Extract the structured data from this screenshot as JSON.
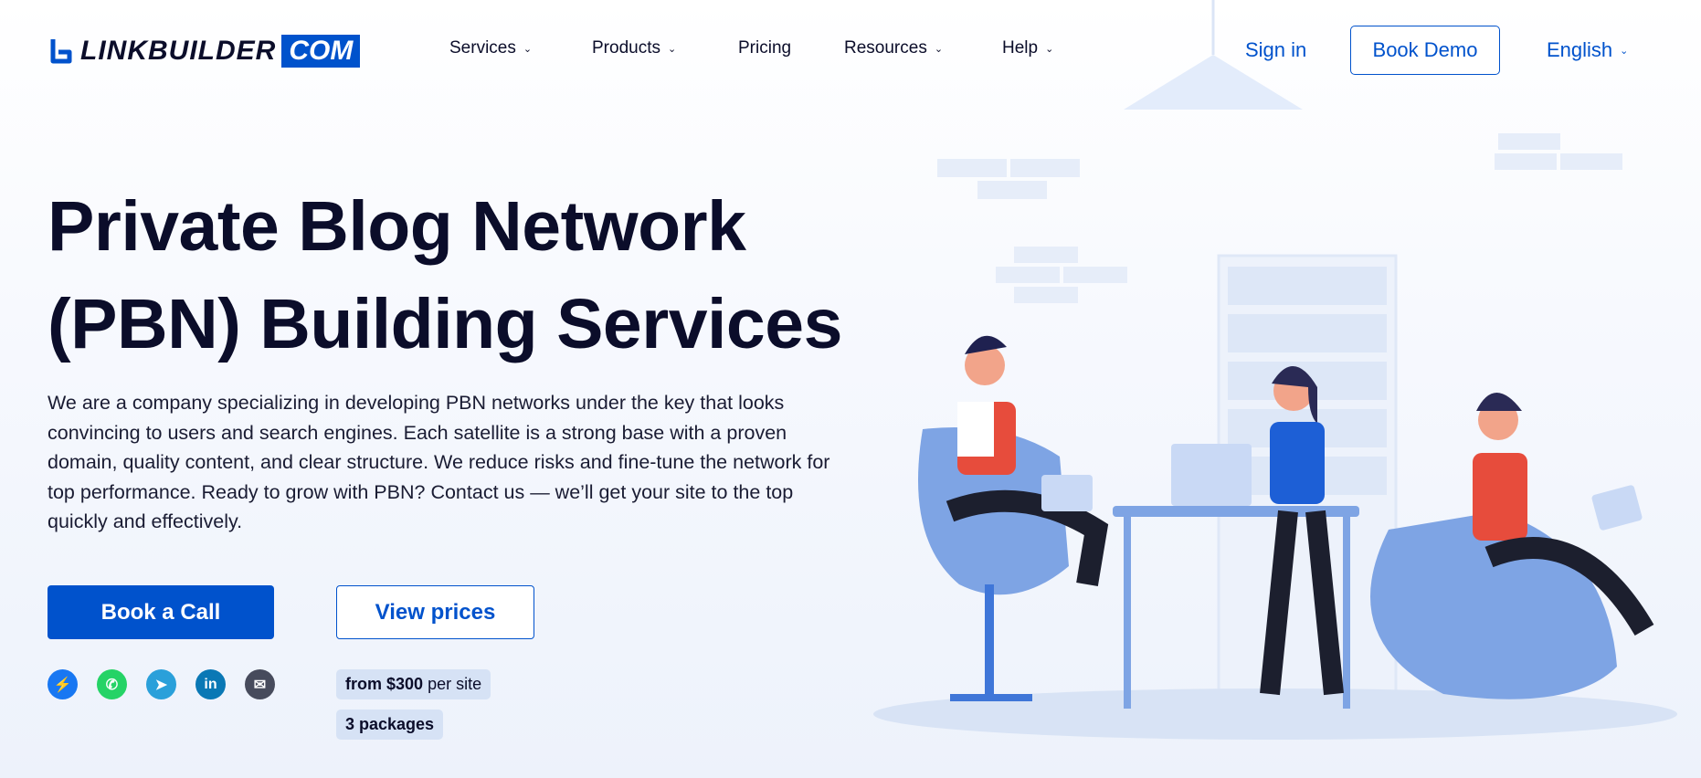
{
  "brand": {
    "name": "LINKBUILDER",
    "tld": "COM"
  },
  "nav": {
    "items": [
      {
        "label": "Services",
        "dropdown": true
      },
      {
        "label": "Products",
        "dropdown": true
      },
      {
        "label": "Pricing",
        "dropdown": false
      },
      {
        "label": "Resources",
        "dropdown": true
      },
      {
        "label": "Help",
        "dropdown": true
      }
    ],
    "sign_in": "Sign in",
    "book_demo": "Book Demo",
    "language": "English"
  },
  "hero": {
    "title": "Private Blog Network (PBN) Building Services",
    "description": "We are a company specializing in developing PBN networks under the key that looks convincing to users and search engines. Each satellite is a strong base with a proven domain, quality content, and clear structure. We reduce risks and fine-tune the network for top performance. Ready to grow with PBN? Contact us — we’ll get your site to the top quickly and effectively.",
    "book_call": "Book a Call",
    "view_prices": "View prices",
    "price_from": "from $300",
    "price_unit": "per site",
    "packages": "3 packages"
  },
  "socials": [
    {
      "icon": "messenger-icon",
      "color": "#1877f2",
      "glyph": "⚡"
    },
    {
      "icon": "whatsapp-icon",
      "color": "#25d366",
      "glyph": "✆"
    },
    {
      "icon": "telegram-icon",
      "color": "#2aa0da",
      "glyph": "➤"
    },
    {
      "icon": "linkedin-icon",
      "color": "#0a78b5",
      "glyph": "in"
    },
    {
      "icon": "email-icon",
      "color": "#474b5c",
      "glyph": "✉"
    }
  ],
  "colors": {
    "accent": "#0052cc",
    "text": "#0b0d2a",
    "badge": "#d6e2f5"
  }
}
